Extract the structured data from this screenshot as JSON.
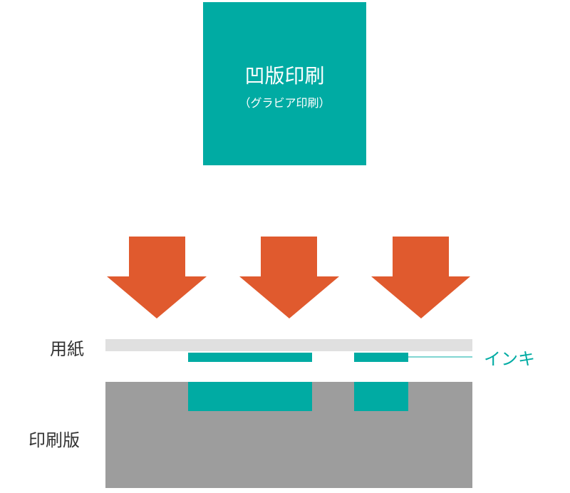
{
  "title": {
    "main": "凹版印刷",
    "sub": "（グラビア印刷）"
  },
  "labels": {
    "paper": "用紙",
    "ink": "インキ",
    "plate": "印刷版"
  },
  "colors": {
    "teal": "#00aba3",
    "arrow": "#e05a2e",
    "paper": "#e0e0e0",
    "plate": "#9d9d9d"
  }
}
